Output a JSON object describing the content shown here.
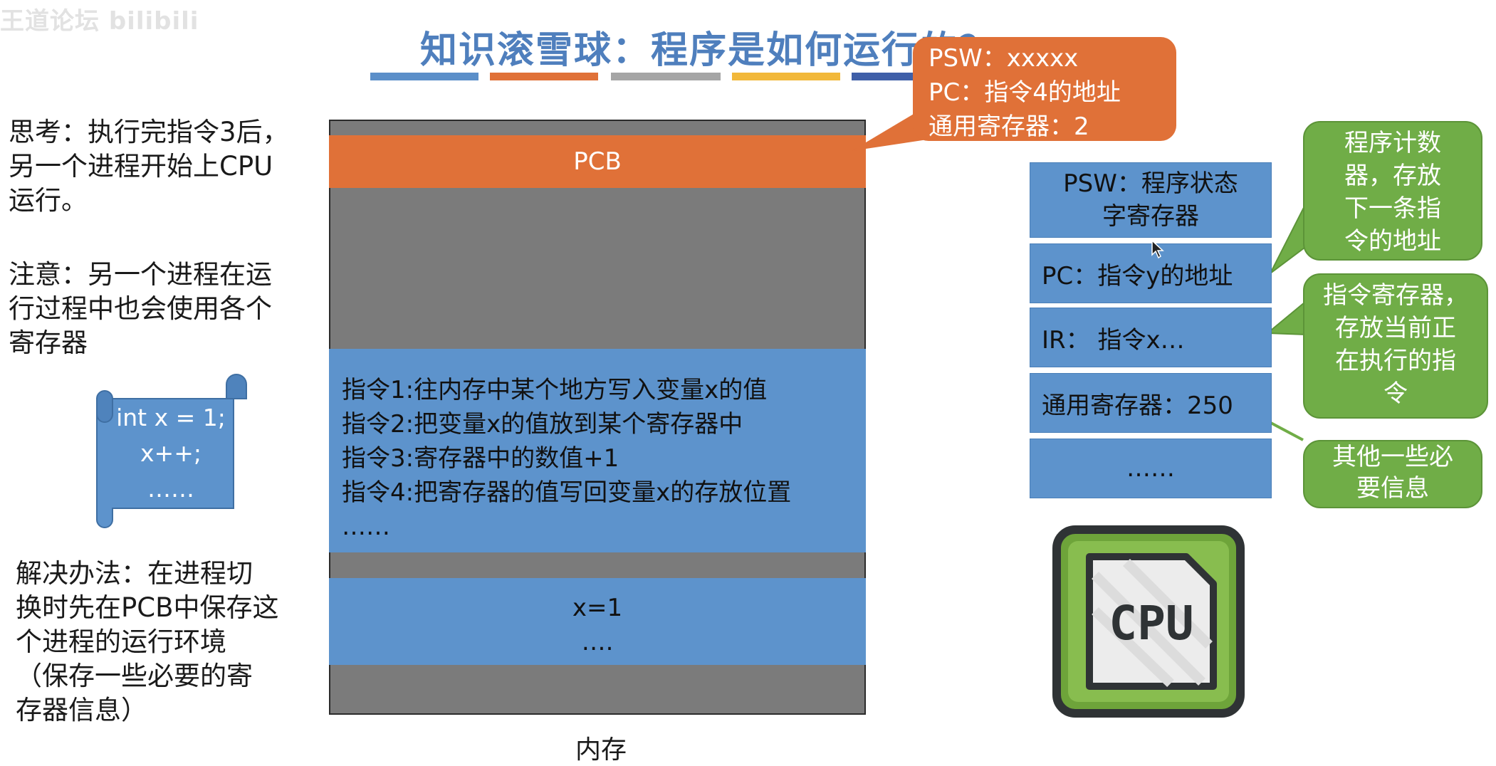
{
  "watermark": "王道论坛 bilibili",
  "title": "知识滚雪球：程序是如何运行的？",
  "colors": {
    "title": "#4f7fbd",
    "bars": [
      "#5b8fc9",
      "#e07138",
      "#a5a5a5",
      "#f2b83a",
      "#3f5fa8"
    ],
    "orange": "#e07138",
    "blue": "#5d93cc",
    "green": "#70ad47",
    "gray": "#7b7b7b"
  },
  "notes": {
    "think": [
      "思考：执行完指令3后，",
      "另一个进程开始上CPU",
      "运行。"
    ],
    "attention": [
      "注意：另一个进程在运",
      "行过程中也会使用各个",
      "寄存器"
    ],
    "solution": [
      "解决办法：在进程切",
      "换时先在PCB中保存这",
      "个进程的运行环境",
      "（保存一些必要的寄",
      "存器信息）"
    ]
  },
  "scroll": {
    "lines": [
      "int x = 1;",
      "x++;",
      "……"
    ]
  },
  "memory": {
    "pcb_label": "PCB",
    "instructions": [
      "指令1:往内存中某个地方写入变量x的值",
      "指令2:把变量x的值放到某个寄存器中",
      "指令3:寄存器中的数值+1",
      "指令4:把寄存器的值写回变量x的存放位置",
      "……"
    ],
    "data_lines": [
      "x=1",
      "…."
    ],
    "label": "内存"
  },
  "pcb_callout": {
    "lines": [
      "PSW：xxxxx",
      "PC：指令4的地址",
      "通用寄存器：2"
    ]
  },
  "registers": {
    "psw": [
      "PSW：程序状态",
      "字寄存器"
    ],
    "pc": "PC：指令y的地址",
    "ir": "IR：  指令x…",
    "general": "通用寄存器：250",
    "more": "……"
  },
  "explanations": {
    "pc": [
      "程序计数",
      "器，存放",
      "下一条指",
      "令的地址"
    ],
    "ir": [
      "指令寄存器，",
      "存放当前正",
      "在执行的指",
      "令"
    ],
    "other": [
      "其他一些必",
      "要信息"
    ]
  },
  "cpu_icon": {
    "name": "cpu-chip-icon",
    "label": "CPU"
  }
}
